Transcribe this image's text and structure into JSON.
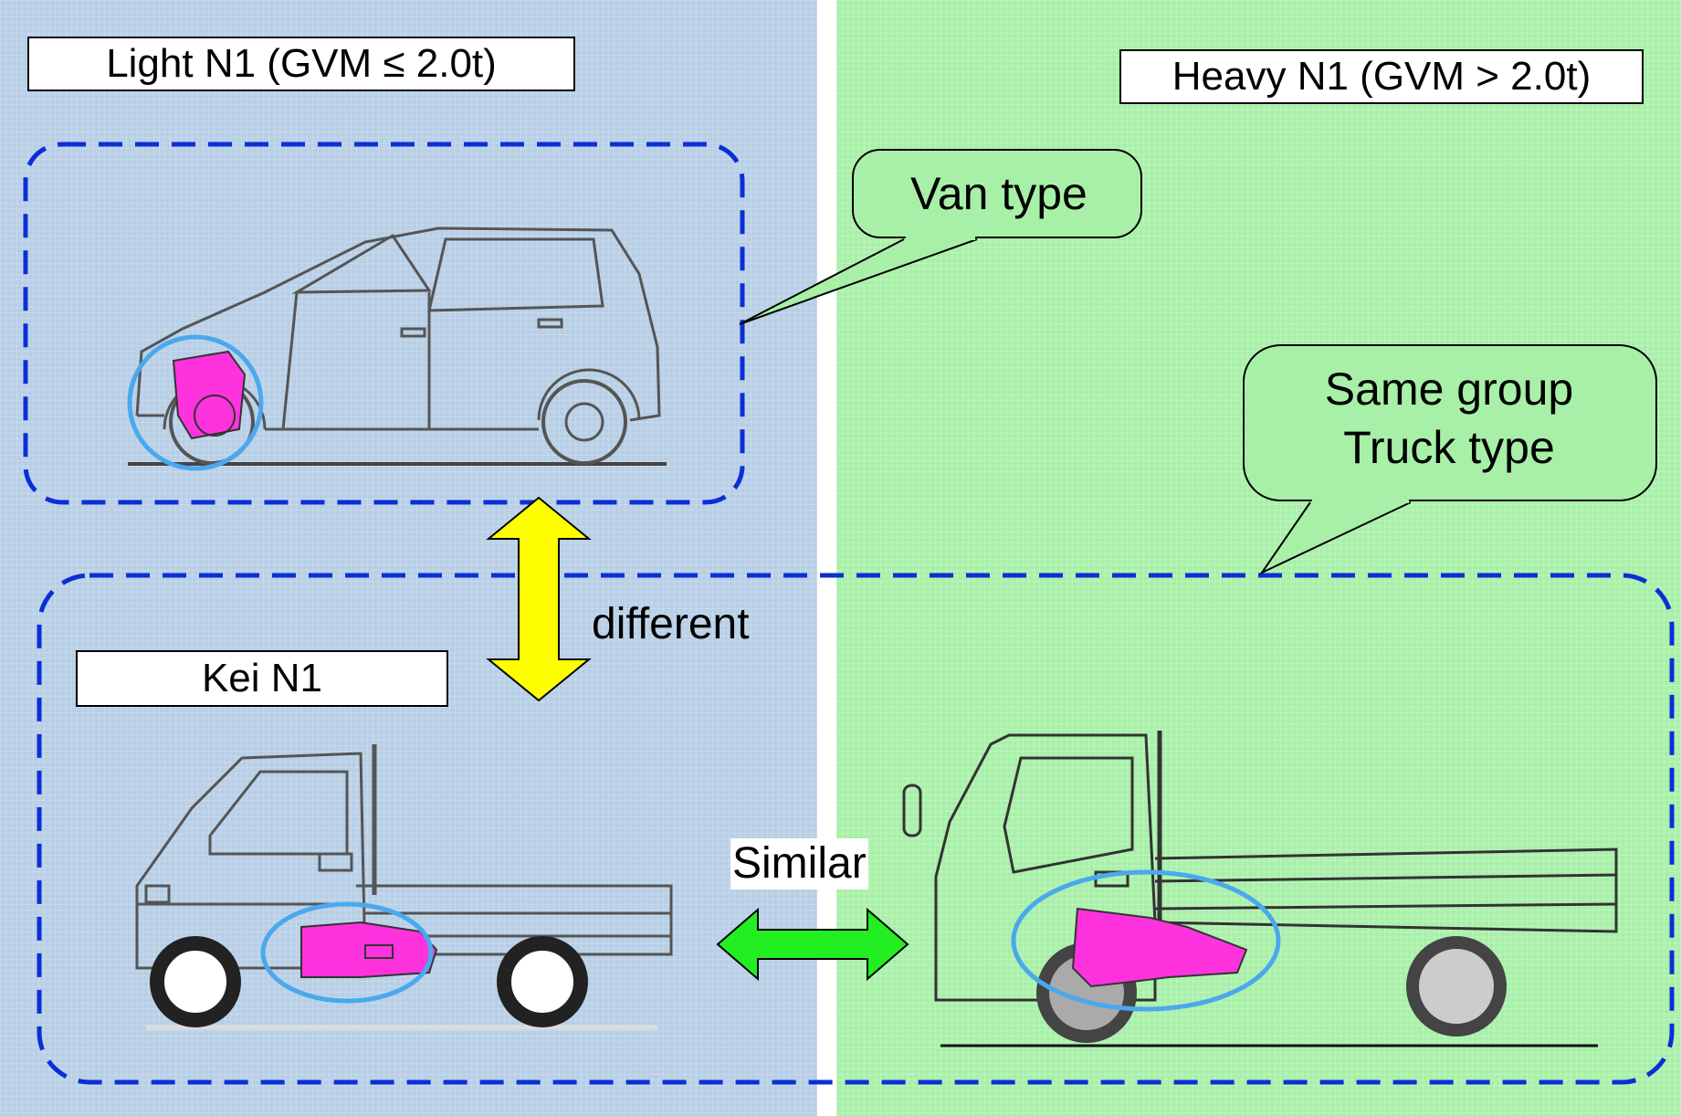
{
  "panels": {
    "light": {
      "label": "Light N1 (GVM ≤ 2.0t)",
      "color": "#b8cfe6"
    },
    "heavy": {
      "label": "Heavy N1 (GVM > 2.0t)",
      "color": "#a8f0a8"
    }
  },
  "kei": {
    "label": "Kei N1"
  },
  "callouts": {
    "van": {
      "text": "Van type"
    },
    "truck": {
      "line1": "Same group",
      "line2": "Truck type"
    }
  },
  "arrows": {
    "vertical": {
      "label": "different",
      "color": "#ffff00"
    },
    "horizontal": {
      "label": "Similar",
      "color": "#22ee22"
    }
  },
  "colors": {
    "group_border": "#0a2fd6",
    "highlight": "#4aa8ee",
    "component": "#ff33dd"
  }
}
